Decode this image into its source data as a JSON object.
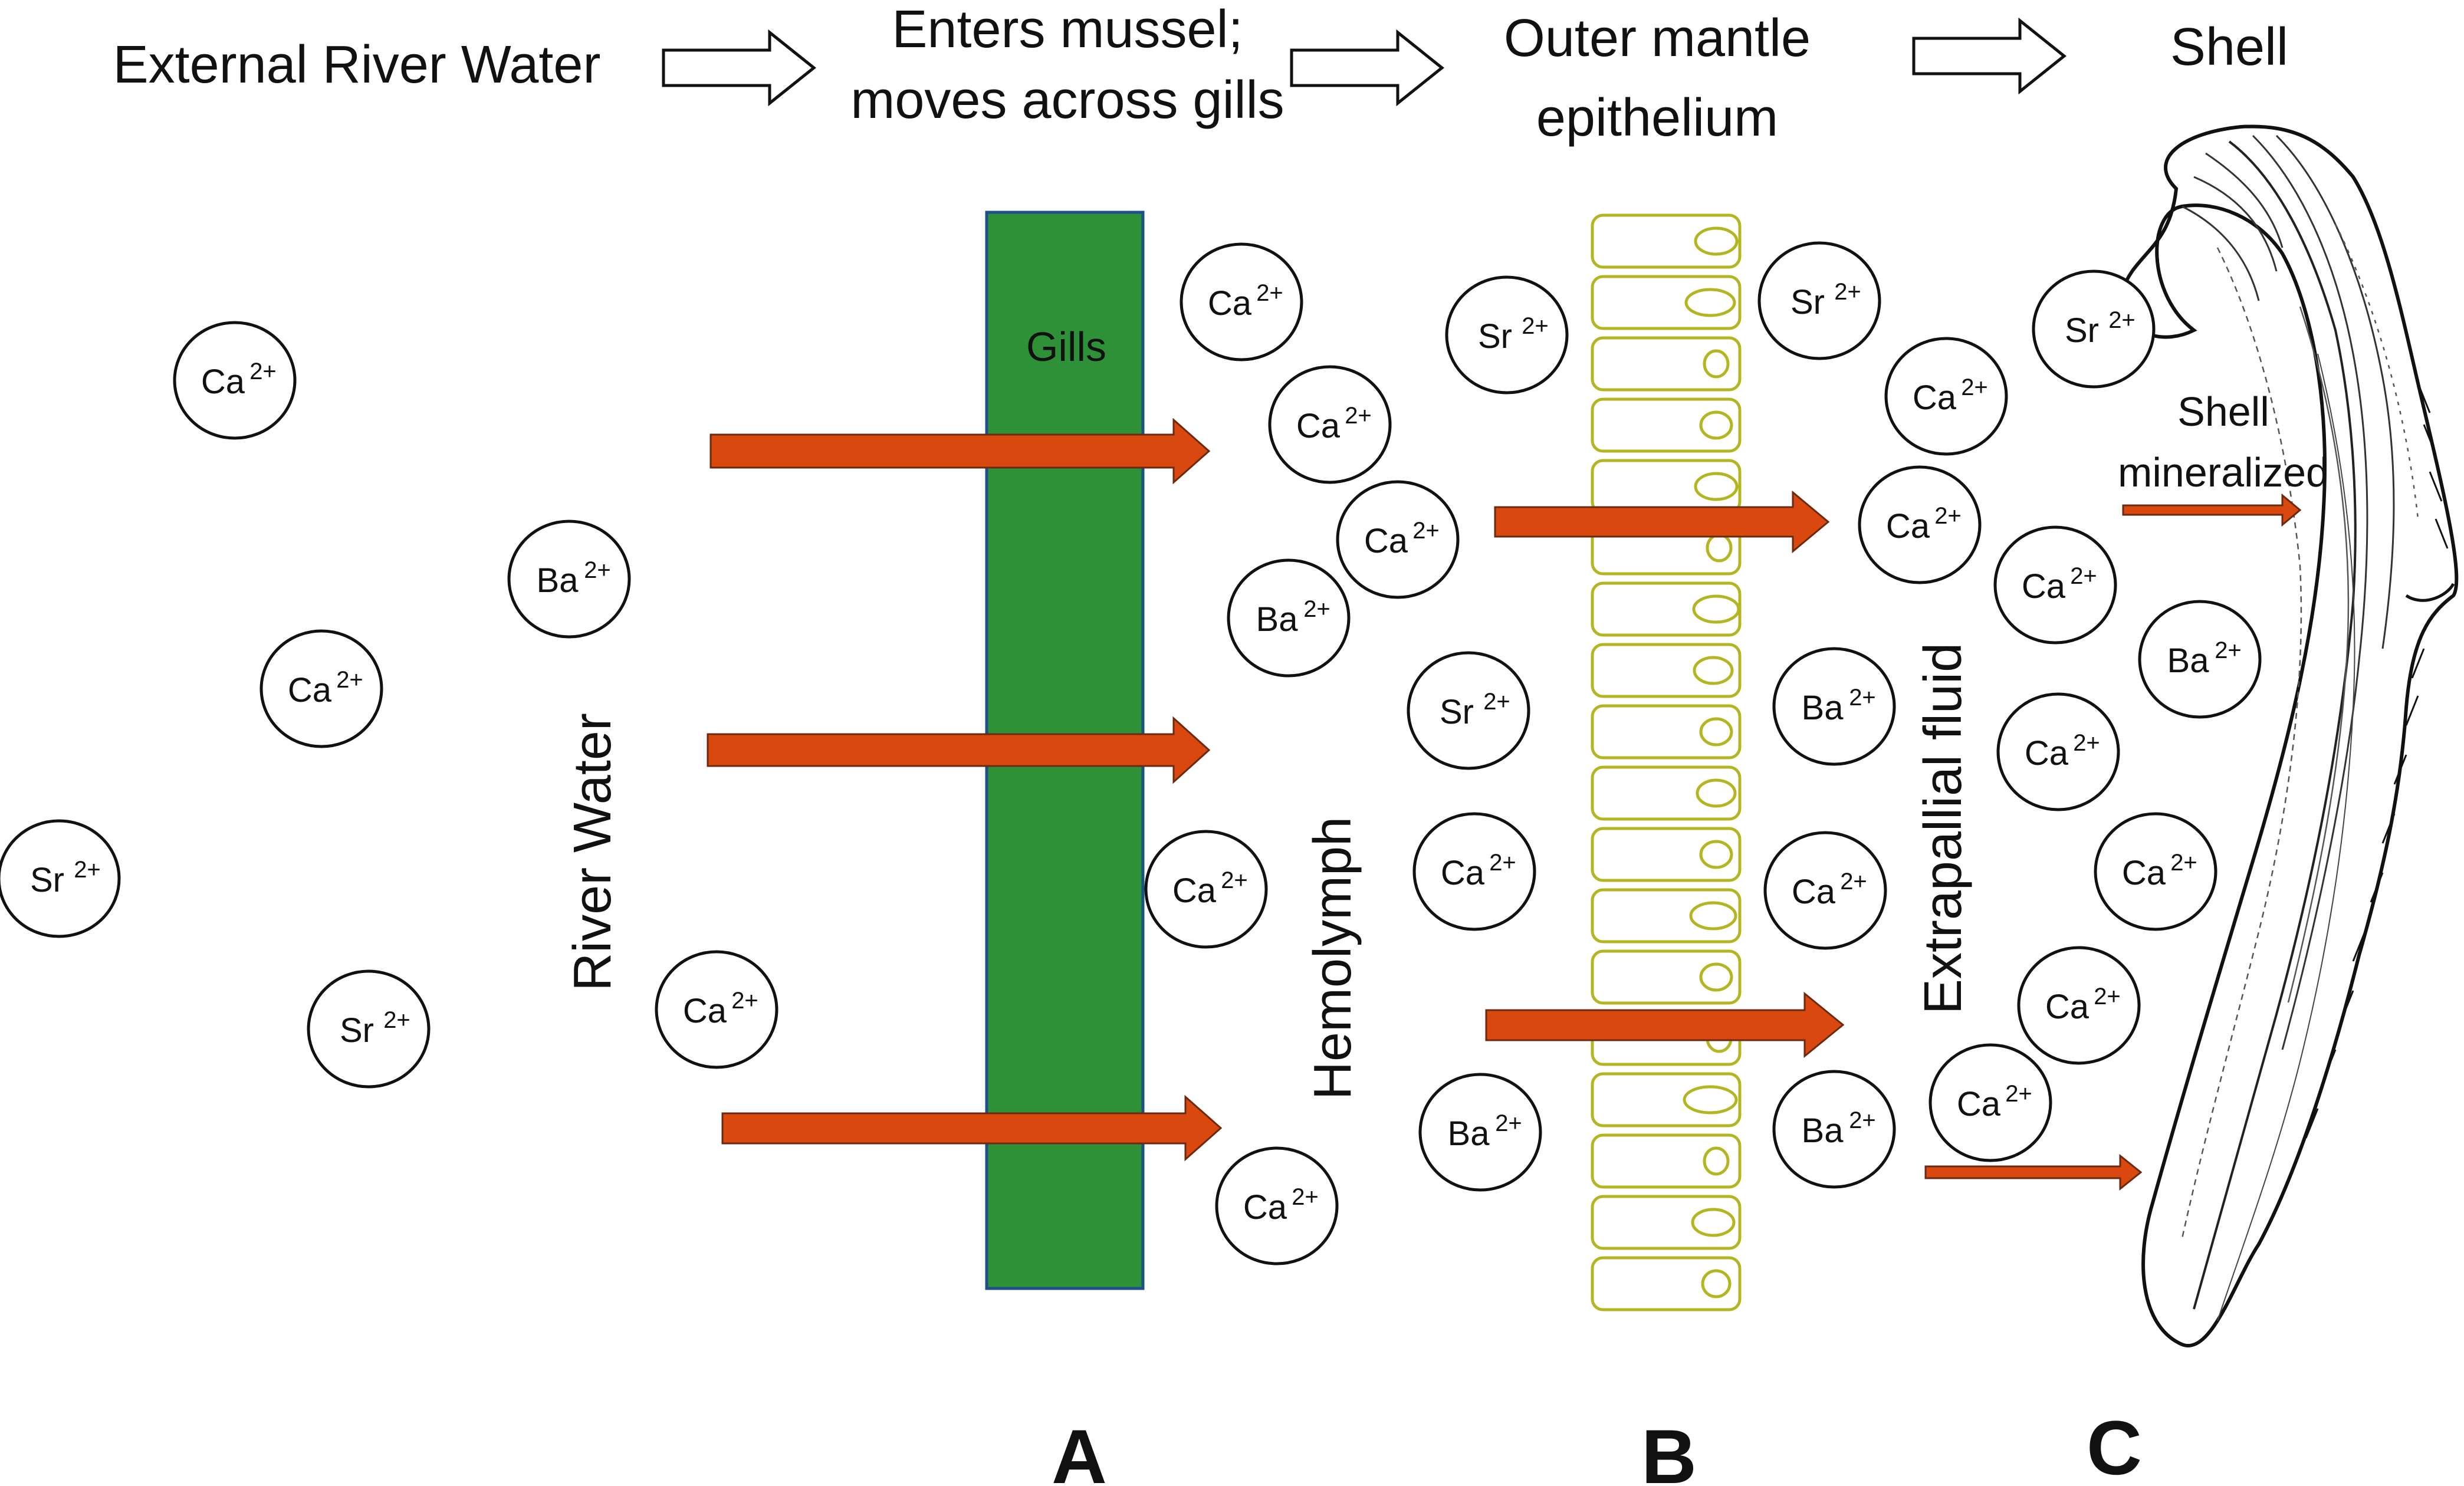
{
  "flow": {
    "step1": "External River Water",
    "step2_line1": "Enters mussel;",
    "step2_line2": "moves across gills",
    "step3_line1": "Outer mantle",
    "step3_line2": "epithelium",
    "step4": "Shell"
  },
  "labels": {
    "gills": "Gills",
    "river_water": "River Water",
    "hemolymph": "Hemolymph",
    "extrapallial": "Extrapallial fluid",
    "shell_line1": "Shell",
    "shell_line2": "mineralized"
  },
  "letters": {
    "a": "A",
    "b": "B",
    "c": "C"
  },
  "ions": {
    "ca": "Ca",
    "sr": "Sr",
    "ba": "Ba",
    "charge": "2+"
  },
  "colors": {
    "gill": "#2f9137",
    "arrow": "#d9480f",
    "epithelium": "#b5b521"
  }
}
